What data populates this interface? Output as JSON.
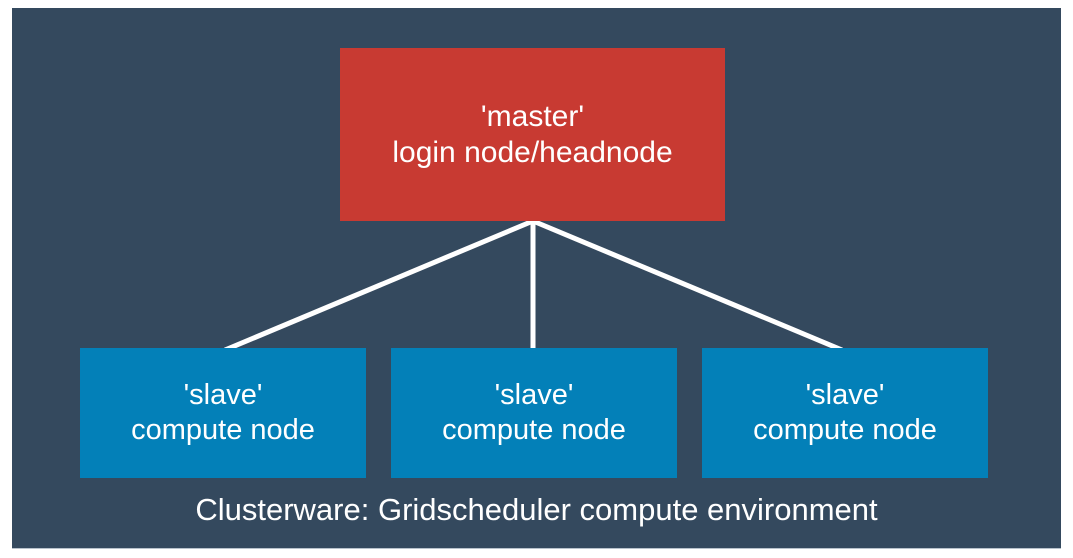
{
  "diagram": {
    "master": {
      "line1": "'master'",
      "line2": "login node/headnode",
      "color": "#c83a32"
    },
    "slaves": [
      {
        "line1": "'slave'",
        "line2": "compute node"
      },
      {
        "line1": "'slave'",
        "line2": "compute node"
      },
      {
        "line1": "'slave'",
        "line2": "compute node"
      }
    ],
    "slave_color": "#0380b8",
    "background_color": "#34495e",
    "connector_color": "#ffffff",
    "caption": "Clusterware: Gridscheduler compute environment"
  }
}
